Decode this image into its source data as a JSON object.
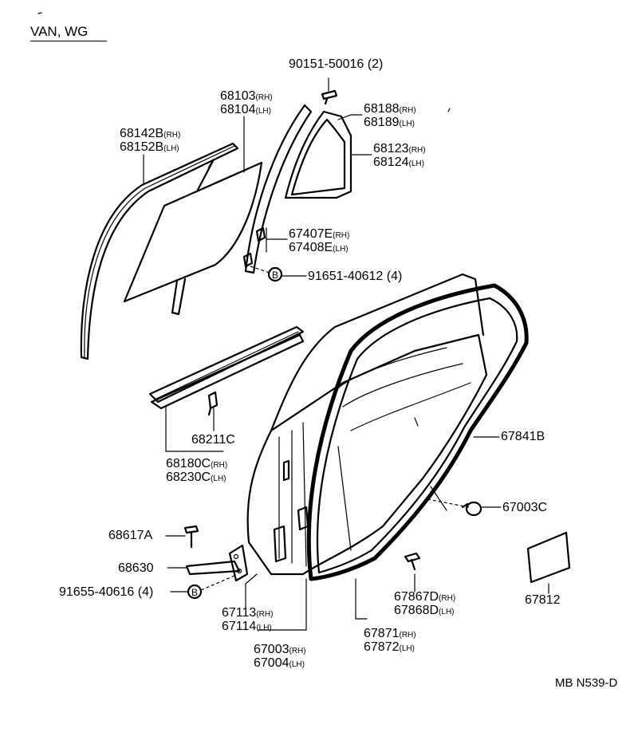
{
  "title": "VAN, WG",
  "figure_code": "MB N539-D",
  "callout_symbol": "B",
  "labels": {
    "p90151": "90151-50016 (2)",
    "p68103": "68103",
    "p68104": "68104",
    "p68188": "68188",
    "p68189": "68189",
    "p68142": "68142B",
    "p68152": "68152B",
    "p68123": "68123",
    "p68124": "68124",
    "p67407": "67407E",
    "p67408": "67408E",
    "p91651": "91651-40612 (4)",
    "p68211": "68211C",
    "p68180": "68180C",
    "p68230": "68230C",
    "p67841": "67841B",
    "p67003c": "67003C",
    "p68617": "68617A",
    "p68630": "68630",
    "p91655": "91655-40616 (4)",
    "p67812": "67812",
    "p67113": "67113",
    "p67114": "67114",
    "p67867": "67867D",
    "p67868": "67868D",
    "p67871": "67871",
    "p67872": "67872",
    "p67003": "67003",
    "p67004": "67004"
  },
  "sides": {
    "rh": "(RH)",
    "lh": "(LH)"
  }
}
